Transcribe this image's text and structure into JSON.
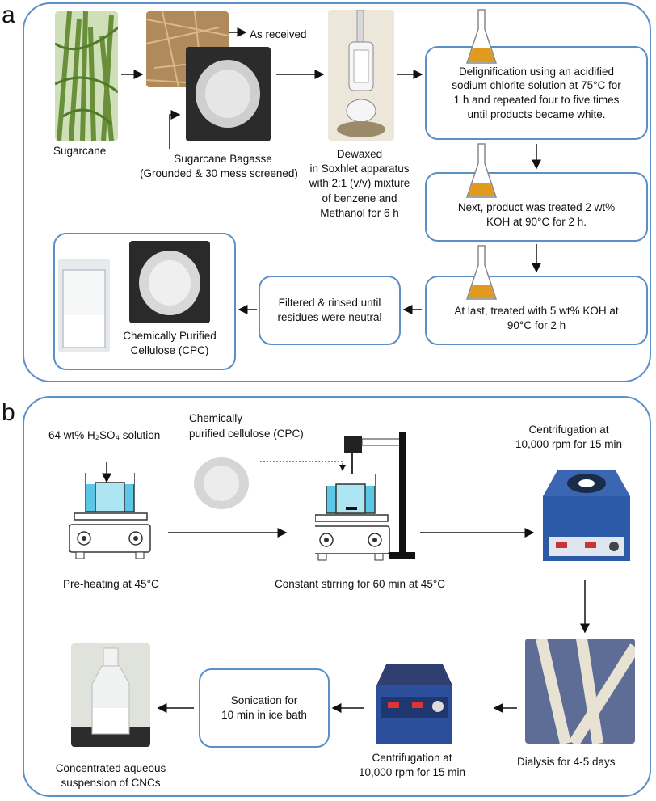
{
  "panel_a": {
    "letter": "a",
    "sugarcane": "Sugarcane",
    "as_received": "As received",
    "bagasse_1": "Sugarcane Bagasse",
    "bagasse_2": "(Grounded & 30 mess screened)",
    "dewaxed": [
      "Dewaxed",
      "in Soxhlet apparatus",
      "with 2:1 (v/v) mixture",
      "of benzene and",
      "Methanol for 6 h"
    ],
    "step1": [
      "Delignification using an acidified",
      "sodium chlorite solution at 75°C for",
      "1 h and repeated four to five times",
      "until products became white."
    ],
    "step2": [
      "Next, product was treated 2 wt%",
      "KOH at 90°C for 2 h."
    ],
    "step3": [
      "At last, treated with 5 wt% KOH at",
      "90°C for 2 h"
    ],
    "filtered": [
      "Filtered & rinsed until",
      "residues were neutral"
    ],
    "cpc": [
      "Chemically Purified",
      "Cellulose (CPC)"
    ]
  },
  "panel_b": {
    "letter": "b",
    "h2so4": "64 wt% H₂SO₄ solution",
    "cpc_label": [
      "Chemically",
      "purified cellulose (CPC)"
    ],
    "centrifuge_top": [
      "Centrifugation at",
      "10,000 rpm for 15 min"
    ],
    "preheat": "Pre-heating at 45°C",
    "stirring": "Constant stirring for 60 min at 45°C",
    "dialysis": "Dialysis for 4-5 days",
    "centrifuge_bottom": [
      "Centrifugation at",
      "10,000 rpm for 15 min"
    ],
    "sonication": [
      "Sonication for",
      "10 min in ice bath"
    ],
    "cncs": [
      "Concentrated aqueous",
      "suspension of CNCs"
    ]
  },
  "colors": {
    "accent": "#5b8fc8",
    "water": "#5cc6e6",
    "flask_liquid": "#e09a1e",
    "device_blue": "#2d5aa8"
  }
}
